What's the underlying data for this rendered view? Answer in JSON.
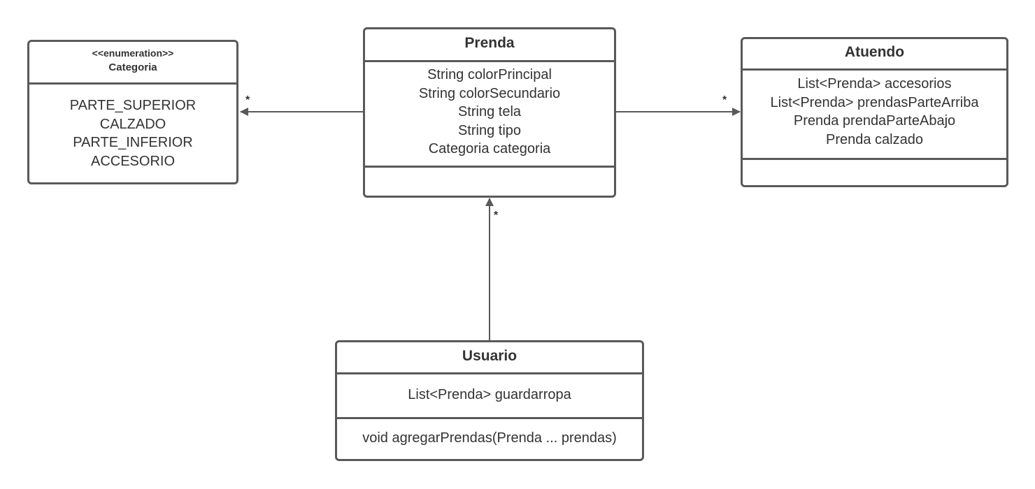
{
  "classes": {
    "categoria": {
      "stereotype": "<<enumeration>>",
      "name": "Categoria",
      "values": [
        "PARTE_SUPERIOR",
        "CALZADO",
        "PARTE_INFERIOR",
        "ACCESORIO"
      ]
    },
    "prenda": {
      "name": "Prenda",
      "attributes": [
        "String colorPrincipal",
        "String colorSecundario",
        "String tela",
        "String tipo",
        "Categoria categoria"
      ],
      "operations": []
    },
    "atuendo": {
      "name": "Atuendo",
      "attributes": [
        "List<Prenda> accesorios",
        "List<Prenda> prendasParteArriba",
        "Prenda prendaParteAbajo",
        "Prenda calzado"
      ],
      "operations": []
    },
    "usuario": {
      "name": "Usuario",
      "attributes": [
        "List<Prenda> guardarropa"
      ],
      "operations": [
        "void agregarPrendas(Prenda ... prendas)"
      ]
    }
  },
  "associations": [
    {
      "from": "Prenda",
      "to": "Categoria",
      "multiplicity": "*"
    },
    {
      "from": "Prenda",
      "to": "Atuendo",
      "multiplicity": "*"
    },
    {
      "from": "Usuario",
      "to": "Prenda",
      "multiplicity": "*"
    }
  ],
  "colors": {
    "border": "#595959",
    "text": "#333333",
    "arrow": "#595959"
  }
}
